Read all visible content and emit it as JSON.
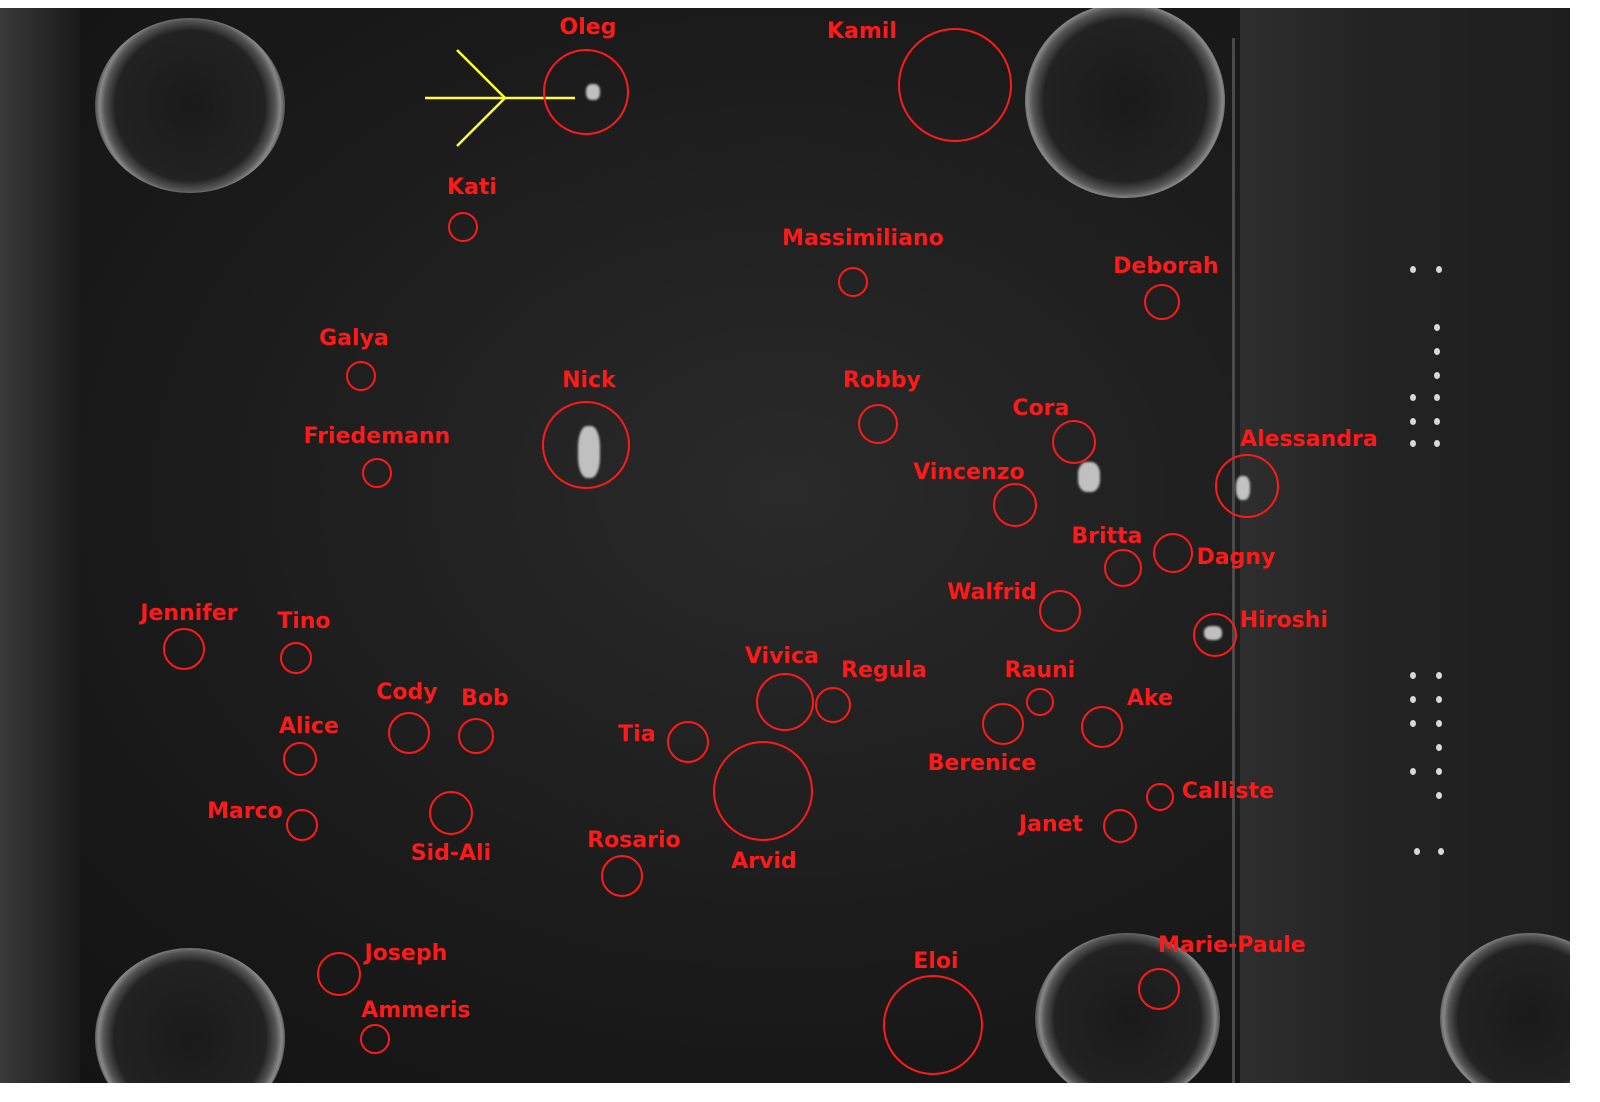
{
  "annotation_color": "#ff1a1a",
  "arrow_color": "#ffff33",
  "crystals": [
    {
      "id": "oleg",
      "label": "Oleg"
    },
    {
      "id": "kamil",
      "label": "Kamil"
    },
    {
      "id": "kati",
      "label": "Kati"
    },
    {
      "id": "massimiliano",
      "label": "Massimiliano"
    },
    {
      "id": "deborah",
      "label": "Deborah"
    },
    {
      "id": "galya",
      "label": "Galya"
    },
    {
      "id": "nick",
      "label": "Nick"
    },
    {
      "id": "robby",
      "label": "Robby"
    },
    {
      "id": "cora",
      "label": "Cora"
    },
    {
      "id": "alessandra",
      "label": "Alessandra"
    },
    {
      "id": "friedemann",
      "label": "Friedemann"
    },
    {
      "id": "vincenzo",
      "label": "Vincenzo"
    },
    {
      "id": "britta",
      "label": "Britta"
    },
    {
      "id": "dagny",
      "label": "Dagny"
    },
    {
      "id": "walfrid",
      "label": "Walfrid"
    },
    {
      "id": "hiroshi",
      "label": "Hiroshi"
    },
    {
      "id": "jennifer",
      "label": "Jennifer"
    },
    {
      "id": "tino",
      "label": "Tino"
    },
    {
      "id": "vivica",
      "label": "Vivica"
    },
    {
      "id": "regula",
      "label": "Regula"
    },
    {
      "id": "rauni",
      "label": "Rauni"
    },
    {
      "id": "cody",
      "label": "Cody"
    },
    {
      "id": "bob",
      "label": "Bob"
    },
    {
      "id": "ake",
      "label": "Ake"
    },
    {
      "id": "alice",
      "label": "Alice"
    },
    {
      "id": "tia",
      "label": "Tia"
    },
    {
      "id": "berenice",
      "label": "Berenice"
    },
    {
      "id": "calliste",
      "label": "Calliste"
    },
    {
      "id": "marco",
      "label": "Marco"
    },
    {
      "id": "janet",
      "label": "Janet"
    },
    {
      "id": "rosario",
      "label": "Rosario"
    },
    {
      "id": "sid-ali",
      "label": "Sid-Ali"
    },
    {
      "id": "arvid",
      "label": "Arvid"
    },
    {
      "id": "joseph",
      "label": "Joseph"
    },
    {
      "id": "marie-paule",
      "label": "Marie-Paule"
    },
    {
      "id": "eloi",
      "label": "Eloi"
    },
    {
      "id": "ammeris",
      "label": "Ammeris"
    }
  ]
}
